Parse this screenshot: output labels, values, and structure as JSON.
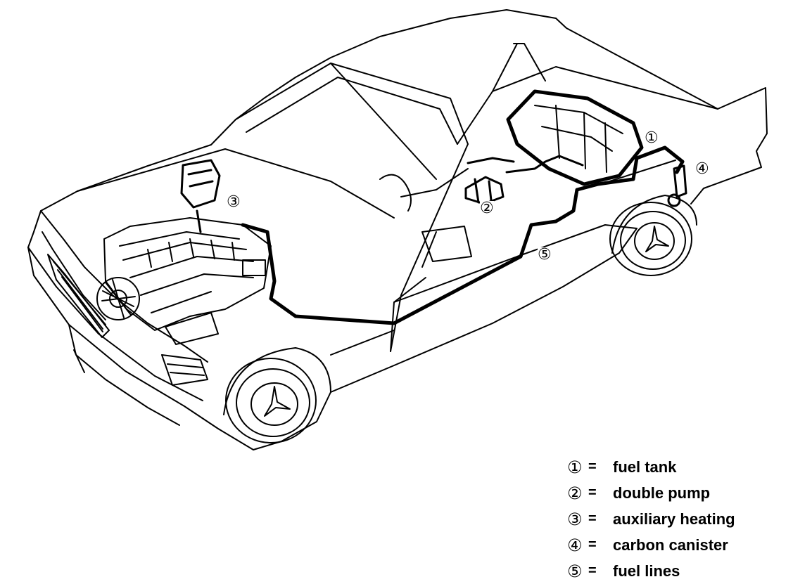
{
  "callouts": [
    {
      "id": "callout-1",
      "num": "①"
    },
    {
      "id": "callout-2",
      "num": "②"
    },
    {
      "id": "callout-3",
      "num": "③"
    },
    {
      "id": "callout-4",
      "num": "④"
    },
    {
      "id": "callout-5",
      "num": "⑤"
    }
  ],
  "legend": [
    {
      "num": "①",
      "eq": "=",
      "text": "fuel tank"
    },
    {
      "num": "②",
      "eq": "=",
      "text": "double pump"
    },
    {
      "num": "③",
      "eq": "=",
      "text": "auxiliary heating"
    },
    {
      "num": "④",
      "eq": "=",
      "text": "carbon canister"
    },
    {
      "num": "⑤",
      "eq": "=",
      "text": "fuel lines"
    }
  ]
}
